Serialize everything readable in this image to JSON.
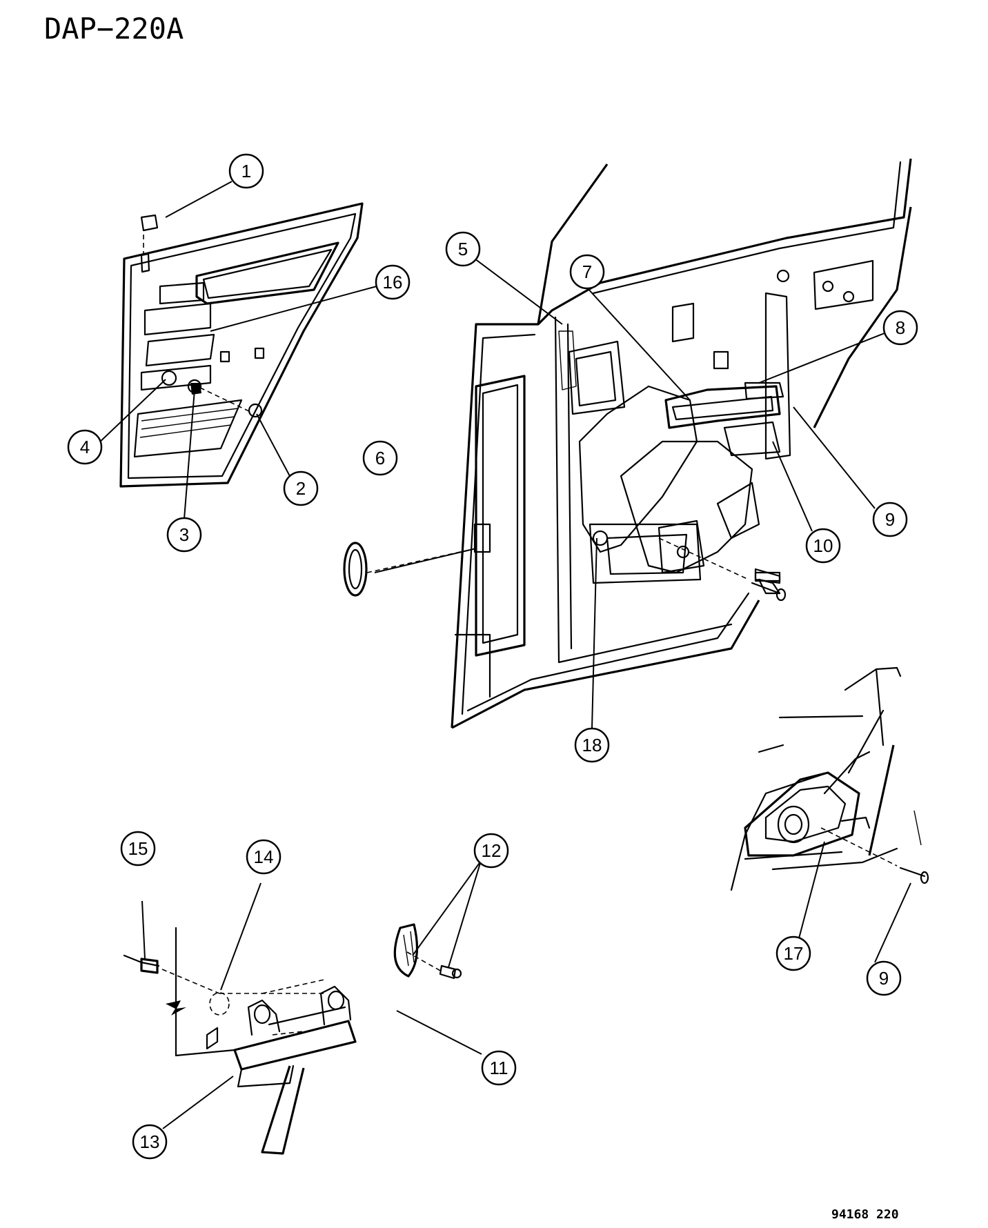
{
  "diagram_code": "DAP−220A",
  "footer_code": "94168  220",
  "callouts": {
    "c1": "1",
    "c2": "2",
    "c3": "3",
    "c4": "4",
    "c5": "5",
    "c6": "6",
    "c7": "7",
    "c8": "8",
    "c9a": "9",
    "c9b": "9",
    "c10": "10",
    "c11": "11",
    "c12": "12",
    "c13": "13",
    "c14": "14",
    "c15": "15",
    "c16": "16",
    "c17": "17",
    "c18": "18"
  }
}
